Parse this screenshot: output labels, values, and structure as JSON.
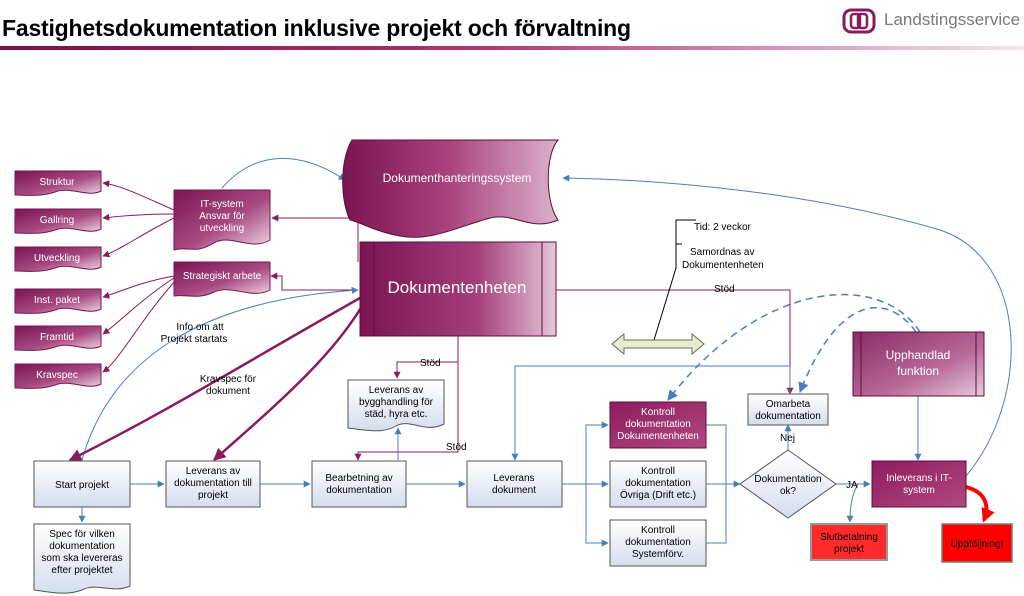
{
  "title": "Fastighetsdokumentation inklusive projekt och förvaltning",
  "logo": {
    "name": "Landstingsservice",
    "icon": "landstingsservice-logo-icon"
  },
  "colors": {
    "accent": "#8b1a5c",
    "accent_light": "#d9a6c4",
    "arrow_blue": "#4a7ebb",
    "alert_red": "#ff0000",
    "box_blue_bg": "#e6ecf7"
  },
  "left_items": [
    "Struktur",
    "Gallring",
    "Utveckling",
    "Inst. paket",
    "Framtid",
    "Kravspec"
  ],
  "it_system": [
    "IT-system",
    "Ansvar för",
    "utveckling"
  ],
  "strategiskt": "Strategiskt arbete",
  "dms": "Dokumenthanteringssystem",
  "dokumentenheten": "Dokumentenheten",
  "info_note": [
    "Info om att",
    "Projekt startats"
  ],
  "kravspec_note": [
    "Kravspec för",
    "dokument"
  ],
  "stod": [
    "Stöd",
    "Stöd",
    "Stöd"
  ],
  "tid_note": {
    "tid": "Tid: 2 veckor",
    "samordnas": [
      "Samordnas av",
      "Dokumentenheten"
    ]
  },
  "leverans_bygg": [
    "Leverans av",
    "bygghandling för",
    "städ, hyra etc."
  ],
  "process": {
    "start": [
      "Start projekt"
    ],
    "leverans_dok": [
      "Leverans av",
      "dokumentation till",
      "projekt"
    ],
    "bearbetning": [
      "Bearbetning av",
      "dokumentation"
    ],
    "leverans": [
      "Leverans",
      "dokument"
    ],
    "spec": [
      "Spec för vilken",
      "dokumentation",
      "som ska levereras",
      "efter projektet"
    ]
  },
  "kontroll": [
    [
      "Kontroll",
      "dokumentation",
      "Dokumentenheten"
    ],
    [
      "Kontroll",
      "dokumentation",
      "Övriga (Drift etc.)"
    ],
    [
      "Kontroll",
      "dokumentation",
      "Systemförv."
    ]
  ],
  "omarbeta": [
    "Omarbeta",
    "dokumentation"
  ],
  "nej": "Nej",
  "ja": "JA",
  "decision": [
    "Dokumentation",
    "ok?"
  ],
  "upphandlad": [
    "Upphandlad",
    "funktion"
  ],
  "inleverans": [
    "Inleverans i IT-",
    "system"
  ],
  "slutbetalning": [
    "Slutbetalning",
    "projekt"
  ],
  "uppfoljning": "Uppföljning!"
}
